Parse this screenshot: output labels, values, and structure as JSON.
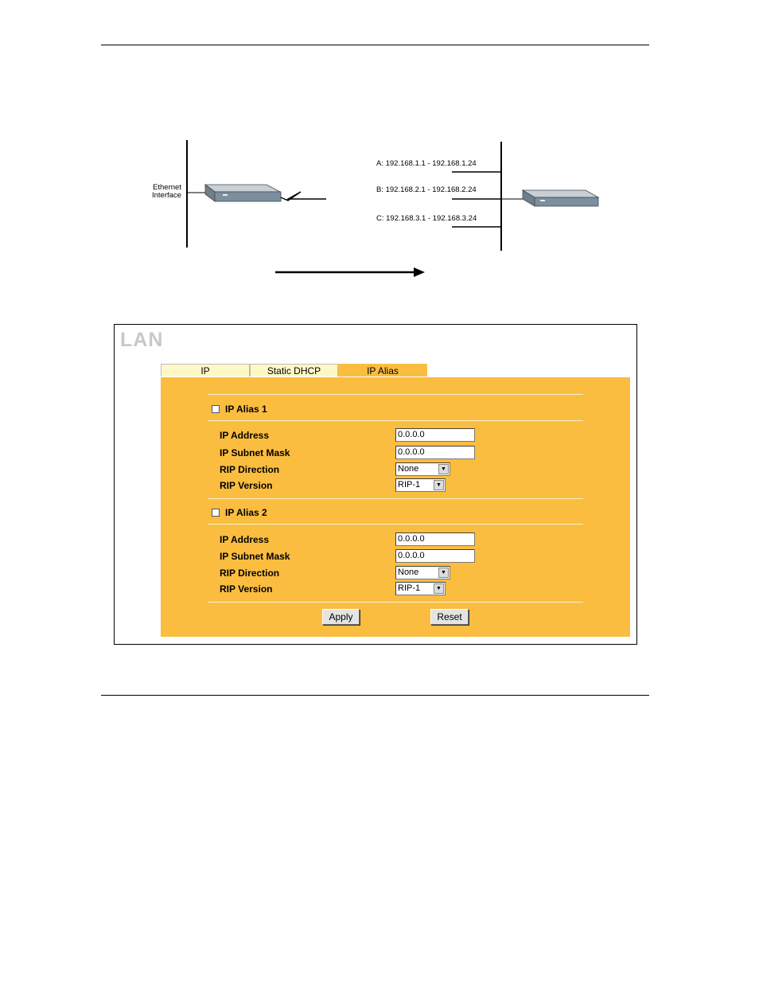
{
  "diagram": {
    "ethernet_label_line1": "Ethernet",
    "ethernet_label_line2": "Interface",
    "networks": [
      "A: 192.168.1.1 - 192.168.1.24",
      "B: 192.168.2.1 - 192.168.2.24",
      "C: 192.168.3.1 - 192.168.3.24"
    ]
  },
  "panel": {
    "title": "LAN",
    "tabs": [
      {
        "label": "IP",
        "active": false
      },
      {
        "label": "Static DHCP",
        "active": false
      },
      {
        "label": "IP Alias",
        "active": true
      }
    ],
    "aliases": [
      {
        "label": "IP Alias 1",
        "checked": false,
        "fields": {
          "ip_address_label": "IP Address",
          "ip_address_value": "0.0.0.0",
          "subnet_mask_label": "IP Subnet Mask",
          "subnet_mask_value": "0.0.0.0",
          "rip_direction_label": "RIP Direction",
          "rip_direction_value": "None",
          "rip_version_label": "RIP Version",
          "rip_version_value": "RIP-1"
        }
      },
      {
        "label": "IP Alias 2",
        "checked": false,
        "fields": {
          "ip_address_label": "IP Address",
          "ip_address_value": "0.0.0.0",
          "subnet_mask_label": "IP Subnet Mask",
          "subnet_mask_value": "0.0.0.0",
          "rip_direction_label": "RIP Direction",
          "rip_direction_value": "None",
          "rip_version_label": "RIP Version",
          "rip_version_value": "RIP-1"
        }
      }
    ],
    "buttons": {
      "apply": "Apply",
      "reset": "Reset"
    }
  },
  "colors": {
    "form_background": "#fbbd3f",
    "inactive_tab": "#fef9c4",
    "title_gray": "#c8c8c8"
  }
}
